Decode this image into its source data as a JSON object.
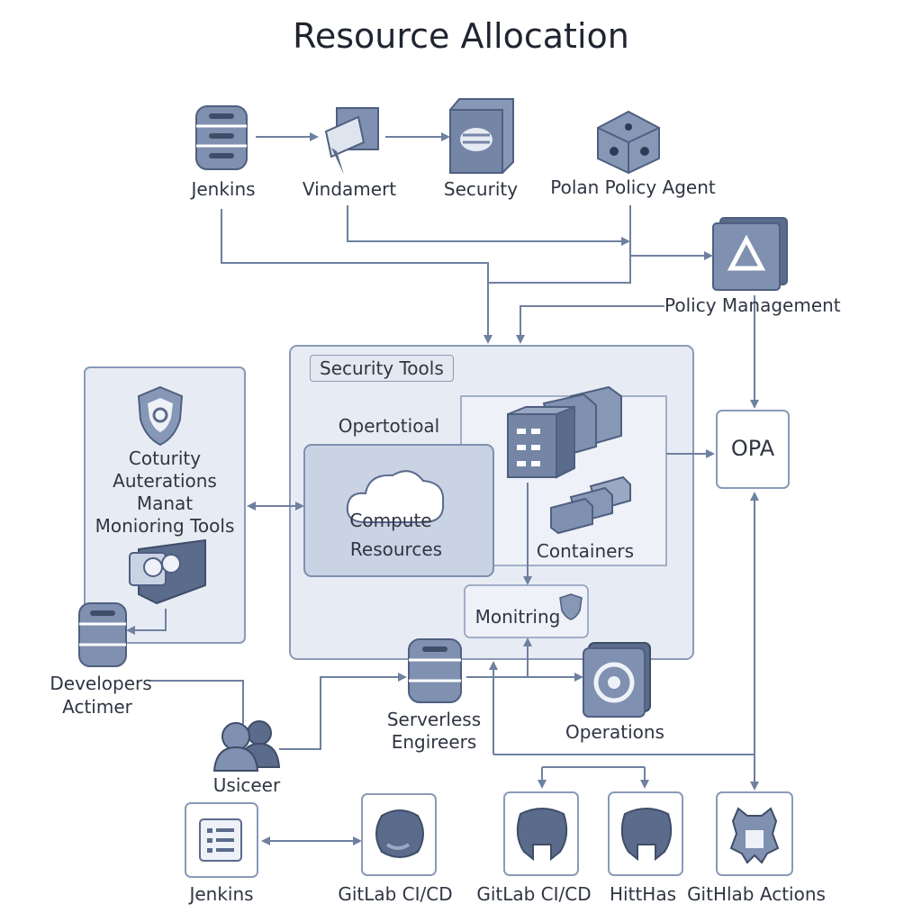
{
  "title": "Resource Allocation",
  "nodes": {
    "jenkins_top": "Jenkins",
    "vindamert": "Vindamert",
    "security": "Security",
    "policy_agent": "Polan Policy Agent",
    "policy_management": "Policy Management",
    "opa": "OPA",
    "security_tools": "Security Tools",
    "operational": "Opertotioal",
    "compute_line1": "Compute",
    "compute_line2": "Resources",
    "containers": "Containers",
    "monitoring": "Monitring",
    "left_panel_line1": "Coturity",
    "left_panel_line2": "Auterations",
    "left_panel_line3": "Manat",
    "left_panel_line4": "Monioring Tools",
    "developers_line1": "Developers",
    "developers_line2": "Actimer",
    "serverless_line1": "Serverless",
    "serverless_line2": "Engireers",
    "operations": "Operations",
    "usiceer": "Usiceer",
    "jenkins_bottom": "Jenkins",
    "gitlab_1": "GitLab CI/CD",
    "gitlab_2": "GitLab CI/CD",
    "hitthas": "HittHas",
    "github_actions": "GitHlab Actions"
  },
  "icons": [
    "database-icon",
    "document-scanner-icon",
    "security-box-icon",
    "policy-cube-icon",
    "policy-management-icon",
    "shield-icon",
    "cloud-icon",
    "server-rack-icon",
    "container-icon",
    "monitor-shield-icon",
    "operations-gear-icon",
    "users-icon",
    "checklist-icon",
    "gitlab-icon",
    "github-icon",
    "octopus-icon"
  ],
  "colors": {
    "line": "#6f80a0",
    "panel_fill": "#e7ecf4",
    "icon_fill": "#7f90b0",
    "icon_dark": "#5b6b8c"
  }
}
